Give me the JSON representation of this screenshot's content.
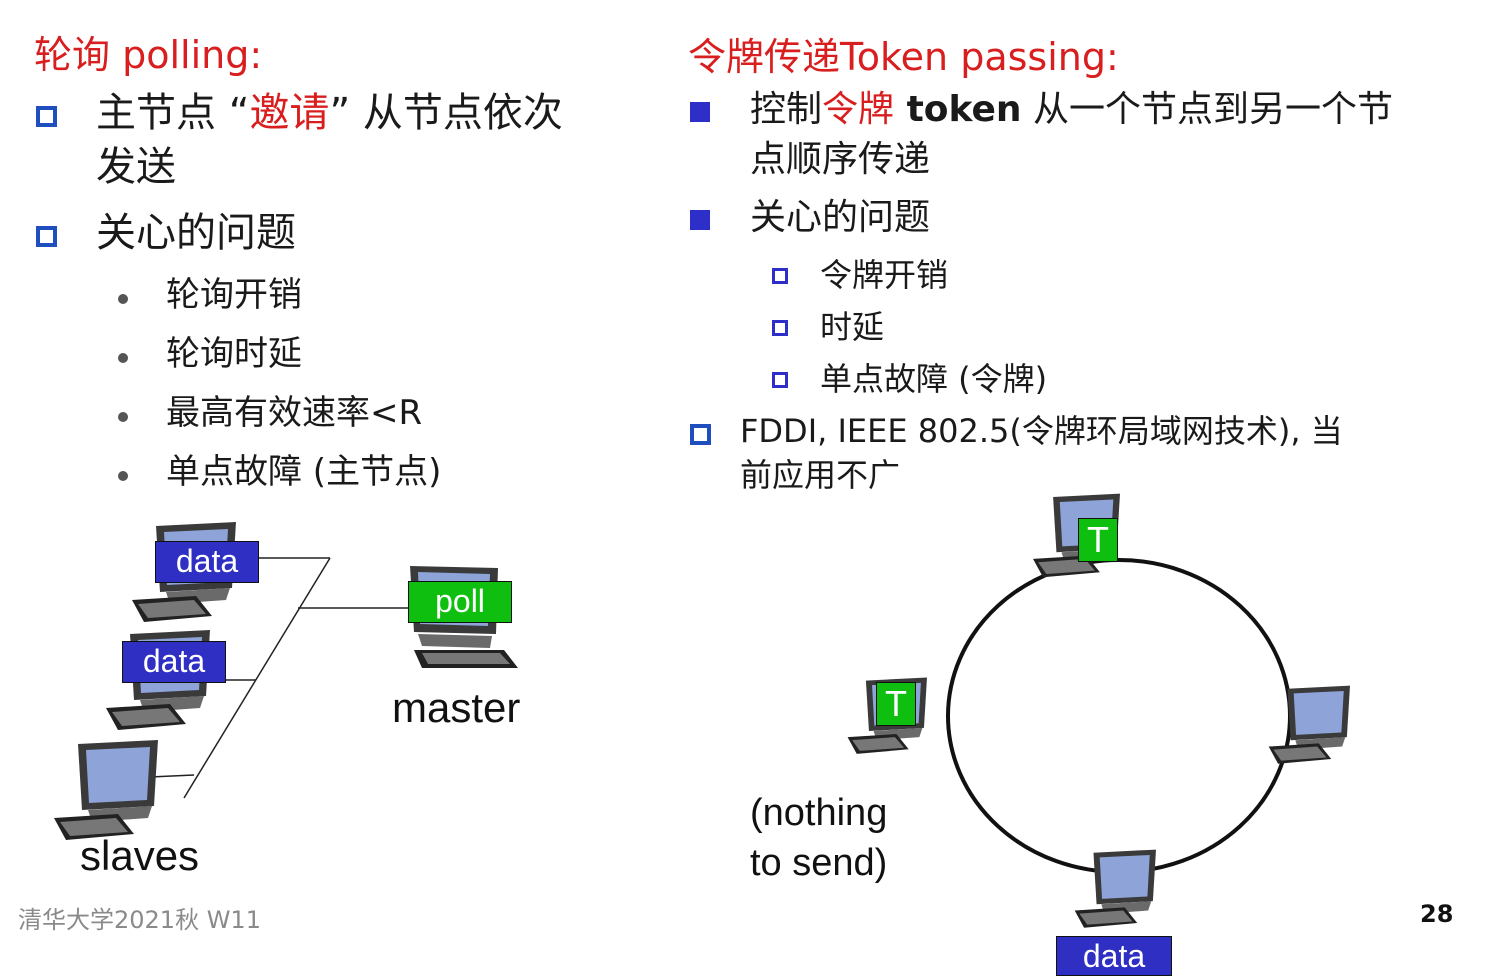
{
  "left": {
    "title": "轮询 polling:",
    "bullets": [
      {
        "pre": "主节点 “",
        "highlight": "邀请",
        "post": "” 从节点依次",
        "line2": "发送"
      },
      {
        "text": "关心的问题"
      }
    ],
    "subitems": [
      "轮询开销",
      "轮询时延",
      "最高有效速率<R",
      "单点故障 (主节点)"
    ]
  },
  "right": {
    "title": "令牌传递Token passing:",
    "bullets": [
      {
        "pre": "控制",
        "highlight": "令牌",
        "bold": " token",
        "post": " 从一个节点到另一个节",
        "line2": "点顺序传递"
      },
      {
        "text": "关心的问题"
      }
    ],
    "subitems": [
      "令牌开销",
      "时延",
      "单点故障 (令牌)"
    ],
    "fddi": {
      "line1": "FDDI, IEEE 802.5(令牌环局域网技术), 当",
      "line2": "前应用不广"
    }
  },
  "diagram_left": {
    "data_tag": "data",
    "poll_tag": "poll",
    "master_label": "master",
    "slaves_label": "slaves"
  },
  "diagram_right": {
    "token_tag": "T",
    "data_tag": "data",
    "nothing_line1": "(nothing",
    "nothing_line2": "to send)"
  },
  "footer": {
    "text": "清华大学2021秋 W11",
    "page": "28"
  },
  "colors": {
    "red": "#d81e1e",
    "blue_tag": "#2f2fc4",
    "green_tag": "#0fbf0f",
    "bullet_blue": "#1f4fbf"
  }
}
